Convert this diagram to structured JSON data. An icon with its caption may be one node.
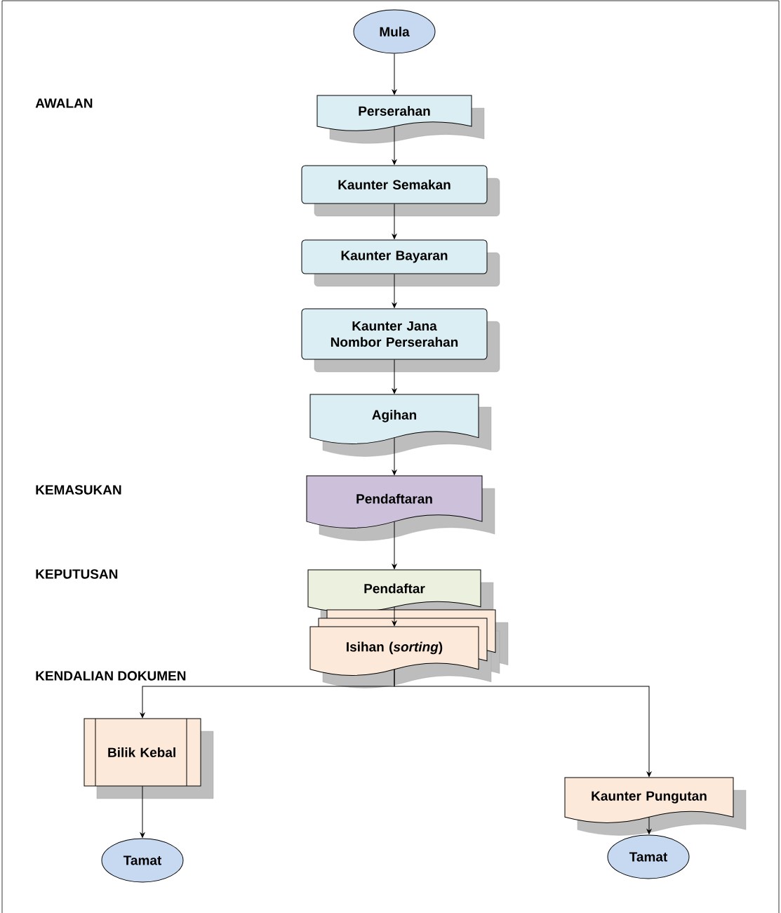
{
  "diagram": {
    "nodes": [
      {
        "text": [
          "Mula"
        ]
      },
      {
        "text": [
          "Perserahan"
        ]
      },
      {
        "text": [
          "Kaunter Semakan"
        ]
      },
      {
        "text": [
          "Kaunter Bayaran"
        ]
      },
      {
        "text": [
          "Kaunter Jana Nombor Perserahan"
        ]
      },
      {
        "text": [
          "Agihan"
        ]
      },
      {
        "text": [
          "Pendaftaran"
        ]
      },
      {
        "text": [
          "Pendaftar"
        ]
      },
      {
        "text": [
          "Isihan (*sorting*)"
        ]
      },
      {
        "text": [
          "Bilik Kebal"
        ]
      },
      {
        "text": [
          "Kaunter Pungutan"
        ]
      },
      {
        "text": [
          "Tamat"
        ]
      },
      {
        "text": [
          "Tamat"
        ]
      }
    ],
    "edges": [
      {
        "from": 0,
        "to": 1,
        "arrow": "to"
      },
      {
        "from": 1,
        "to": 2,
        "arrow": "to"
      },
      {
        "from": 2,
        "to": 3,
        "arrow": "to"
      },
      {
        "from": 3,
        "to": 4,
        "arrow": "to"
      },
      {
        "from": 4,
        "to": 5,
        "arrow": "to"
      },
      {
        "from": 5,
        "to": 6,
        "arrow": "to"
      },
      {
        "from": 6,
        "to": 7,
        "arrow": "to"
      },
      {
        "from": 7,
        "to": 8,
        "arrow": "to"
      },
      {
        "from": 8,
        "to": 9,
        "arrow": "to"
      },
      {
        "from": 8,
        "to": 10,
        "arrow": "to"
      },
      {
        "from": 9,
        "to": 11,
        "arrow": "to"
      },
      {
        "from": 10,
        "to": 12,
        "arrow": "to"
      }
    ],
    "labels": [
      "AWALAN",
      "KEMASUKAN",
      "KEPUTUSAN",
      "KENDALIAN DOKUMEN"
    ]
  }
}
